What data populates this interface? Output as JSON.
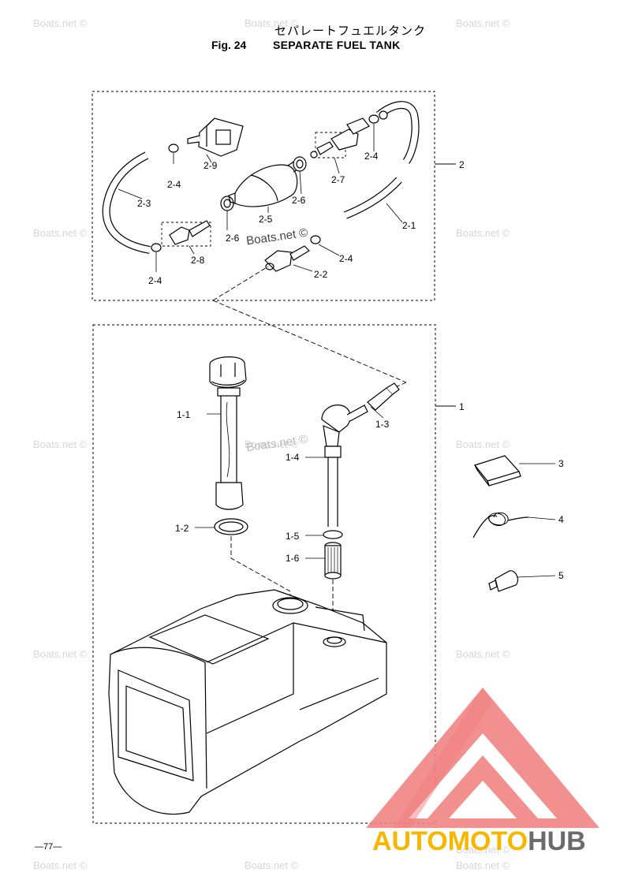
{
  "header": {
    "title_jp": "セパレートフュエルタンク",
    "fig_label": "Fig. 24",
    "title_en": "SEPARATE FUEL TANK"
  },
  "watermark_text": "Boats.net ©",
  "footer": {
    "page_number": "—77—"
  },
  "brand": {
    "part1": "AUTOMOTO",
    "part2": "HUB",
    "color1": "#f5b700",
    "color2": "#6b6b6b",
    "logo_color": "#f08080"
  },
  "callouts": {
    "c2": "2",
    "c2_1": "2-1",
    "c2_2": "2-2",
    "c2_3": "2-3",
    "c2_4a": "2-4",
    "c2_4b": "2-4",
    "c2_4c": "2-4",
    "c2_4d": "2-4",
    "c2_5": "2-5",
    "c2_6a": "2-6",
    "c2_6b": "2-6",
    "c2_7": "2-7",
    "c2_8": "2-8",
    "c2_9": "2-9",
    "c1": "1",
    "c1_1": "1-1",
    "c1_2": "1-2",
    "c1_3": "1-3",
    "c1_4": "1-4",
    "c1_5": "1-5",
    "c1_6": "1-6",
    "c3": "3",
    "c4": "4",
    "c5": "5"
  }
}
